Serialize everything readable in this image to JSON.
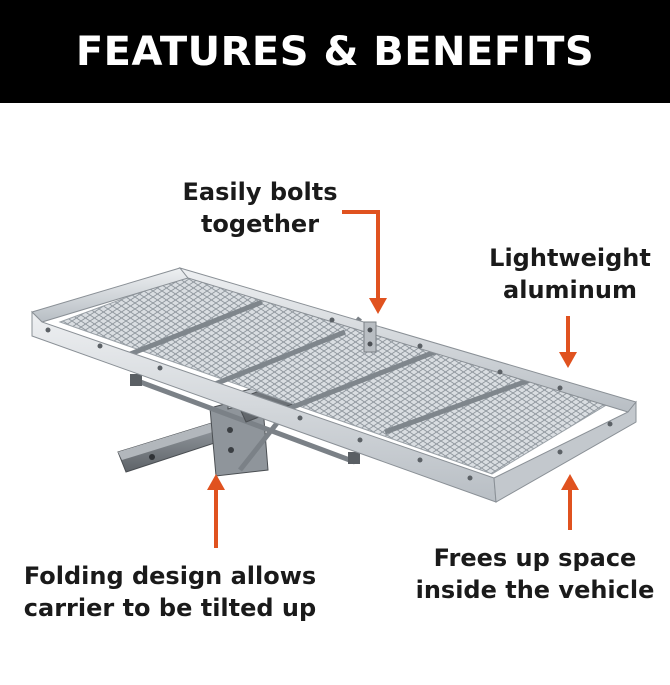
{
  "banner": {
    "title": "FEATURES & BENEFITS"
  },
  "callouts": {
    "bolts": {
      "line1": "Easily bolts",
      "line2": "together"
    },
    "lightweight": {
      "line1": "Lightweight",
      "line2": "aluminum"
    },
    "folding": {
      "line1": "Folding design allows",
      "line2": "carrier to be tilted up"
    },
    "frees": {
      "line1": "Frees up space",
      "line2": "inside the vehicle"
    }
  },
  "colors": {
    "banner_bg": "#000000",
    "banner_text": "#ffffff",
    "arrow": "#e0521f",
    "text": "#1a1a1a"
  },
  "product": {
    "icon": "cargo-carrier-illustration"
  }
}
